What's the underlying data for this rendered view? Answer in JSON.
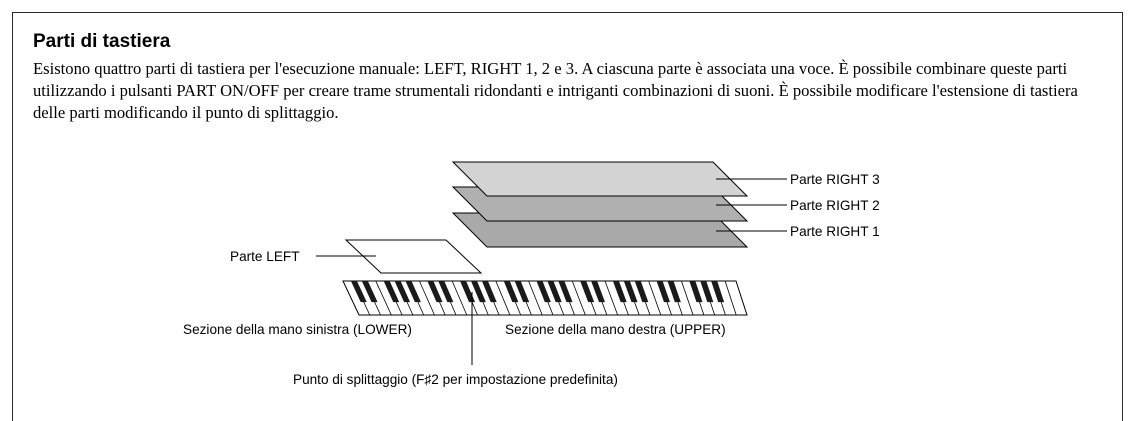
{
  "section": {
    "title": "Parti di tastiera",
    "paragraph": "Esistono quattro parti di tastiera per l'esecuzione manuale: LEFT, RIGHT 1, 2 e 3. A ciascuna parte è associata una voce. È possibile combinare queste parti utilizzando i pulsanti PART ON/OFF per creare trame strumentali ridondanti e intriganti combinazioni di suoni. È possibile modificare l'estensione di tastiera delle parti modificando il punto di splittaggio."
  },
  "diagram": {
    "labels": {
      "right3": "Parte RIGHT 3",
      "right2": "Parte RIGHT 2",
      "right1": "Parte RIGHT 1",
      "left": "Parte LEFT",
      "lower": "Sezione della mano sinistra (LOWER)",
      "upper": "Sezione della mano destra (UPPER)",
      "split": "Punto di splittaggio (F♯2 per impostazione predefinita)"
    },
    "colors": {
      "right3": "#d3d3d3",
      "right2": "#b0b0b0",
      "right1": "#a9a9a9",
      "left": "#ffffff"
    }
  }
}
